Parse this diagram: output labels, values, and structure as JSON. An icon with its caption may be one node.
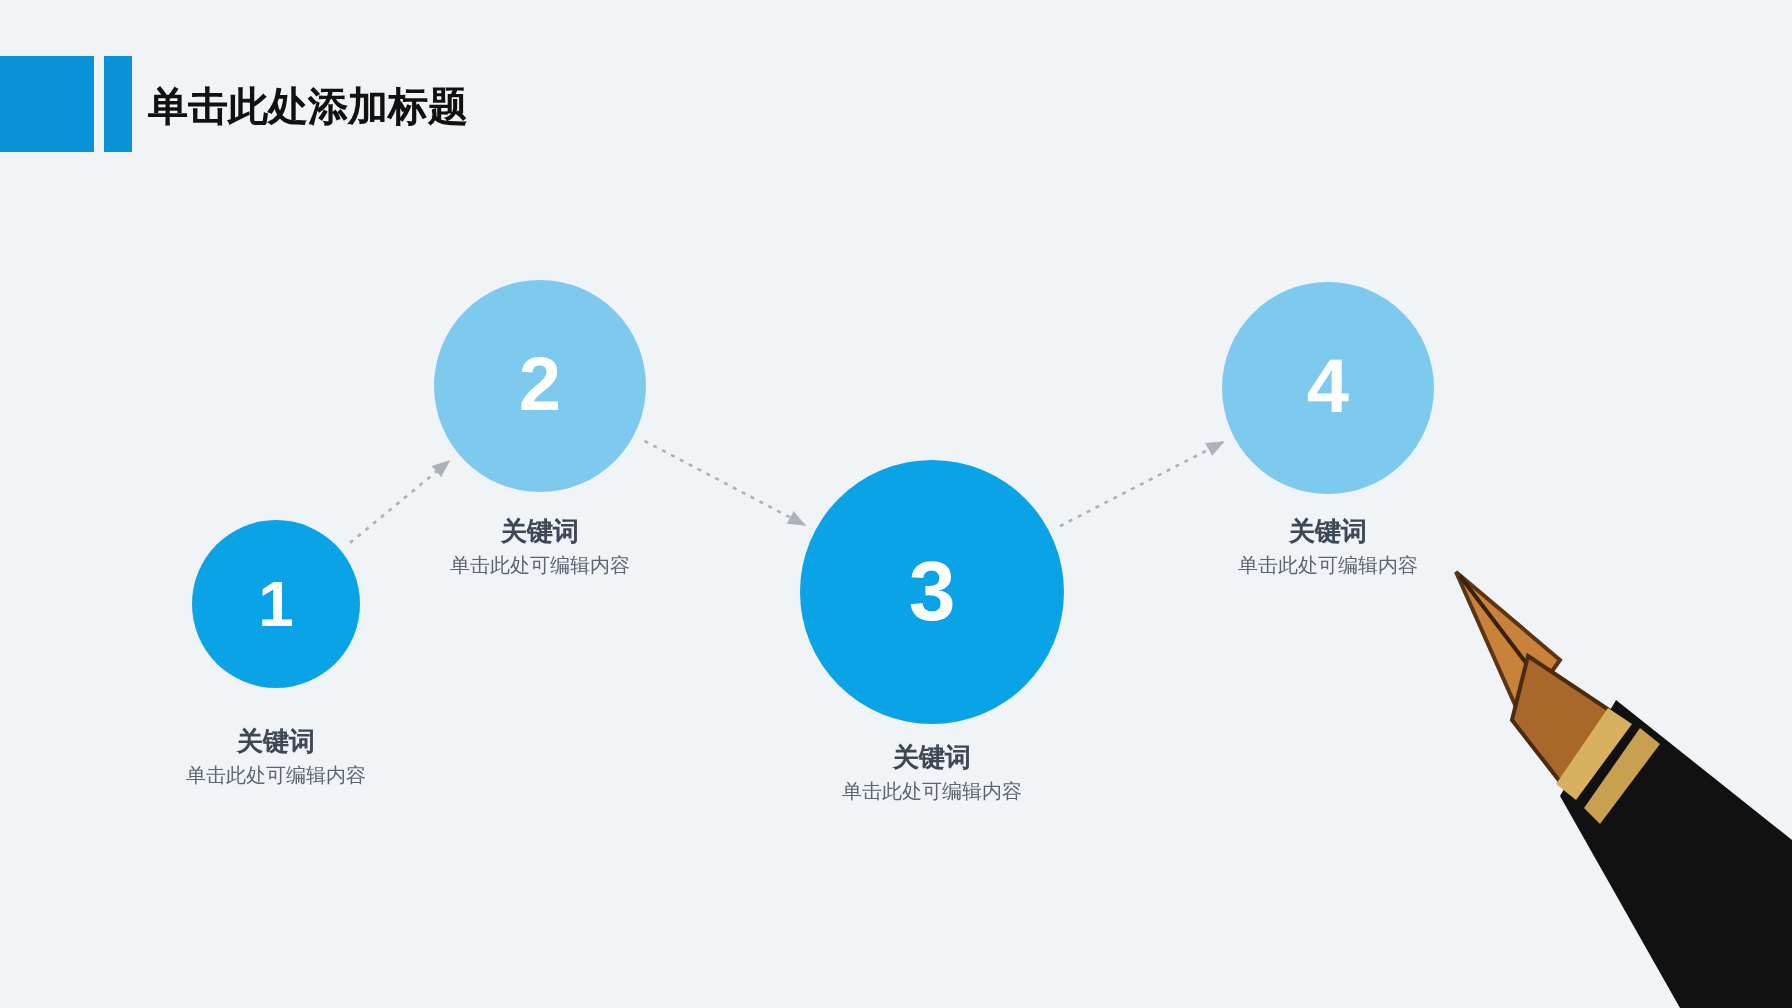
{
  "diagram": {
    "title": "单击此处添加标题",
    "nodes": [
      {
        "text": [
          "1"
        ],
        "beside": [
          "关键词",
          "单击此处可编辑内容"
        ]
      },
      {
        "text": [
          "2"
        ],
        "beside": [
          "关键词",
          "单击此处可编辑内容"
        ]
      },
      {
        "text": [
          "3"
        ],
        "beside": [
          "关键词",
          "单击此处可编辑内容"
        ]
      },
      {
        "text": [
          "4"
        ],
        "beside": [
          "关键词",
          "单击此处可编辑内容"
        ]
      }
    ],
    "edges": [
      {
        "from": 0,
        "to": 1,
        "arrow": "to",
        "style": "dashed"
      },
      {
        "from": 1,
        "to": 2,
        "arrow": "to",
        "style": "dashed"
      },
      {
        "from": 2,
        "to": 3,
        "arrow": "to",
        "style": "dashed"
      }
    ]
  }
}
